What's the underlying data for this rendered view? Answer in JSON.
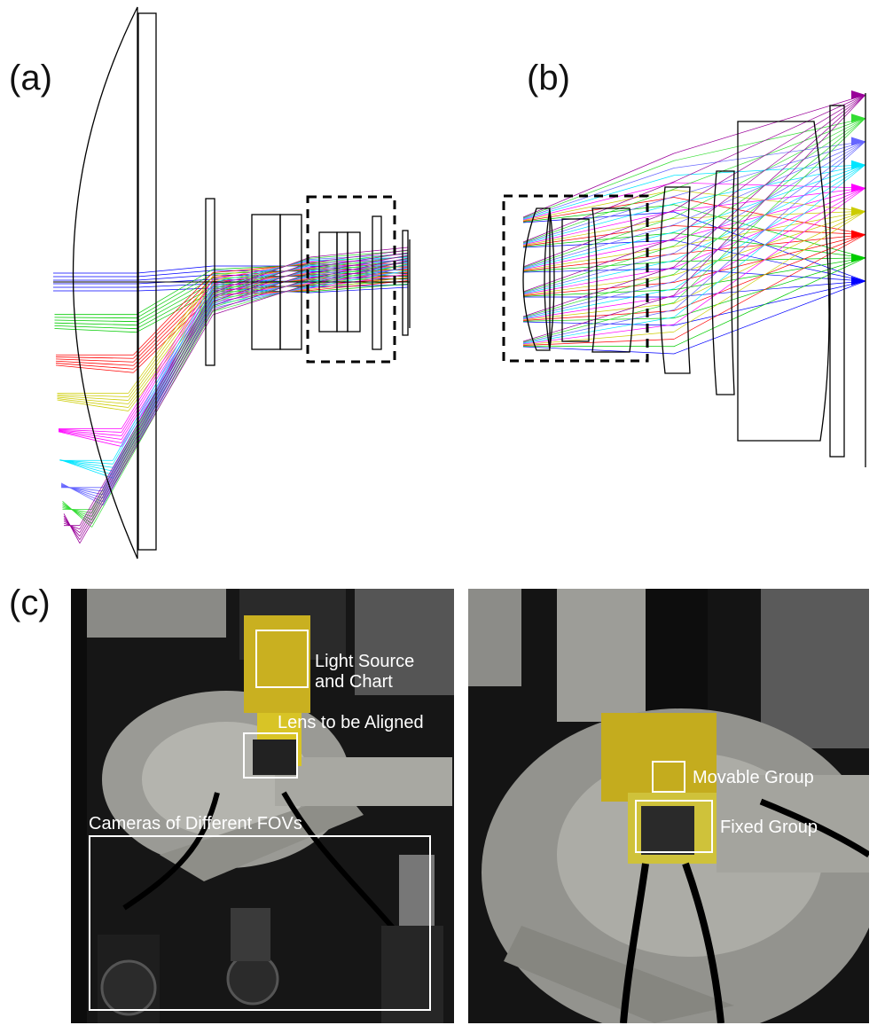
{
  "panels": {
    "a": {
      "label": "(a)"
    },
    "b": {
      "label": "(b)"
    },
    "c": {
      "label": "(c)"
    }
  },
  "photo_left": {
    "annotations": {
      "light_source": "Light Source",
      "and_chart": "and Chart",
      "lens_aligned": "Lens to be Aligned",
      "cameras": "Cameras of Different FOVs"
    }
  },
  "photo_right": {
    "annotations": {
      "movable_group": "Movable Group",
      "fixed_group": "Fixed Group"
    }
  },
  "colors": {
    "ray_fields": [
      "#0000ff",
      "#00cc00",
      "#ff0000",
      "#cccc00",
      "#ff00ff",
      "#00e5ff",
      "#6666ff",
      "#33dd33",
      "#990099"
    ],
    "annotation": "#ffffff",
    "dashed_box": "#000000"
  }
}
